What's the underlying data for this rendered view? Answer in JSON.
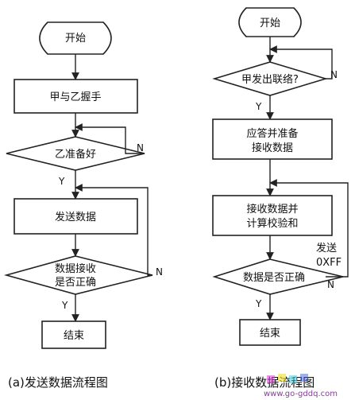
{
  "left": {
    "start": "开始",
    "handshake": "甲与乙握手",
    "ready_q": "乙准备好",
    "send": "发送数据",
    "recv_q_line1": "数据接收",
    "recv_q_line2": "是否正确",
    "end": "结束",
    "caption": "(a)发送数据流程图"
  },
  "right": {
    "start": "开始",
    "contact_q": "甲发出联络?",
    "respond_line1": "应答并准备",
    "respond_line2": "接收数据",
    "receive_line1": "接收数据并",
    "receive_line2": "计算校验和",
    "check_q": "数据是否正确",
    "send_note_line1": "发送",
    "send_note_line2": "0XFF",
    "end": "结束",
    "caption": "(b)接收数据流程图"
  },
  "labels": {
    "yes": "Y",
    "no": "N"
  },
  "watermark": "www.go-gddq.com"
}
